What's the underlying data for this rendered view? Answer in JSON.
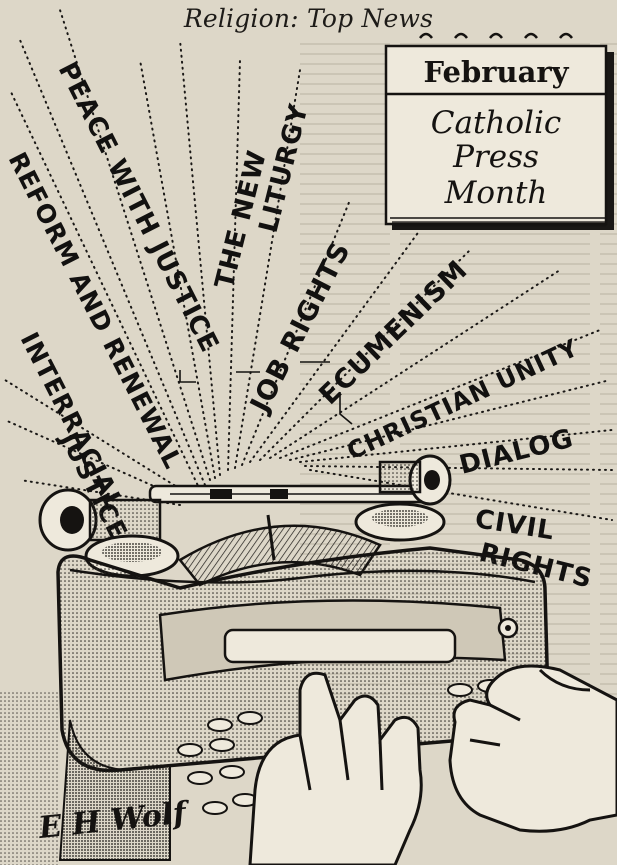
{
  "header": {
    "title": "Religion: Top News"
  },
  "calendar": {
    "month": "February",
    "line1": "Catholic",
    "line2": "Press",
    "line3": "Month"
  },
  "headlines": {
    "peace_with_justice": "PEACE WITH JUSTICE",
    "reform_and_renewal": "REFORM AND RENEWAL",
    "interracial_justice_1": "INTERRACIAL",
    "interracial_justice_2": "JUSTICE",
    "the_new_liturgy_1": "THE NEW",
    "the_new_liturgy_2": "LITURGY",
    "job_rights": "JOB RIGHTS",
    "ecumenism": "ECUMENISM",
    "christian_unity": "CHRISTIAN UNITY",
    "dialog": "DIALOG",
    "civil_rights_1": "CIVIL",
    "civil_rights_2": "RIGHTS"
  },
  "signature": {
    "artist": "E H Wolf"
  },
  "icons": [
    "typewriter-illustration",
    "hands-illustration",
    "calendar-illustration"
  ]
}
